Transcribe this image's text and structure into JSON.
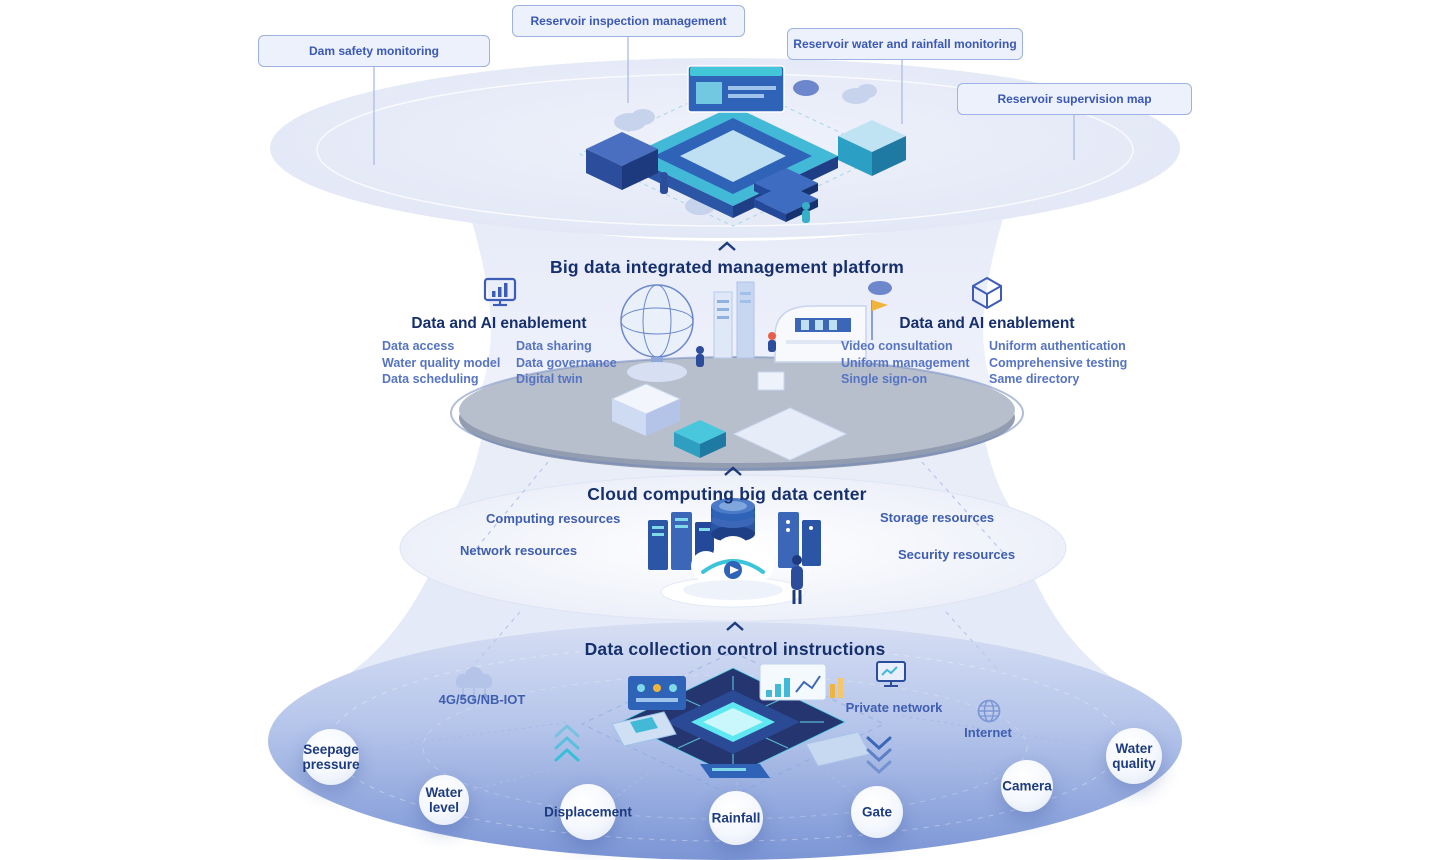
{
  "callouts": [
    {
      "label": "Dam safety monitoring"
    },
    {
      "label": "Reservoir inspection management"
    },
    {
      "label": "Reservoir water and rainfall monitoring"
    },
    {
      "label": "Reservoir supervision map"
    }
  ],
  "platform": {
    "title": "Big data integrated management platform",
    "left": {
      "title": "Data and AI enablement",
      "icon": "monitor-chart-icon",
      "col1": [
        "Data access",
        "Water quality model",
        "Data scheduling"
      ],
      "col2": [
        "Data sharing",
        "Data governance",
        "Digital twin"
      ]
    },
    "right": {
      "title": "Data and AI enablement",
      "icon": "cube-icon",
      "col1": [
        "Video consultation",
        "Uniform management",
        "Single sign-on"
      ],
      "col2": [
        "Uniform authentication",
        "Comprehensive testing",
        "Same directory"
      ]
    }
  },
  "cloud": {
    "title": "Cloud computing big data center",
    "resources": {
      "computing": "Computing resources",
      "network": "Network resources",
      "storage": "Storage resources",
      "security": "Security resources"
    }
  },
  "collection": {
    "title": "Data collection control instructions",
    "networks": {
      "iot": "4G/5G/NB-IOT",
      "private": "Private network",
      "internet": "Internet"
    },
    "sensors": [
      "Seepage pressure",
      "Water level",
      "Displacement",
      "Rainfall",
      "Gate",
      "Camera",
      "Water quality"
    ]
  },
  "colors": {
    "title_navy": "#16306e",
    "label_blue": "#3a58b6",
    "list_blue": "#5674c2",
    "callout_border": "#9db1e2",
    "callout_fill": "#edf1fb",
    "teal_accent": "#3cc4da",
    "bottom_gradient_top": "#d6def3",
    "bottom_gradient_bottom": "#7b95d5"
  }
}
